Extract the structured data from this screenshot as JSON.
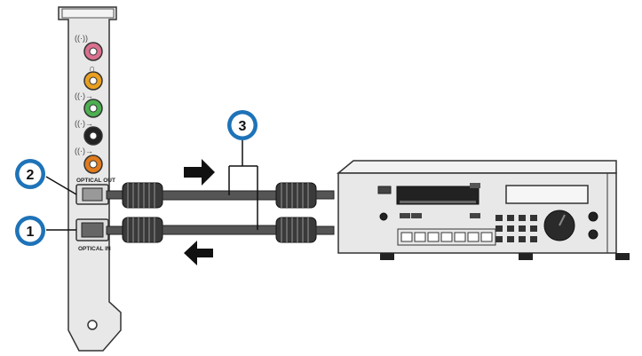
{
  "callouts": [
    {
      "number": "1",
      "target": "optical-in-port"
    },
    {
      "number": "2",
      "target": "optical-out-port"
    },
    {
      "number": "3",
      "target": "optical-cables"
    }
  ],
  "card": {
    "optical_out_label": "OPTICAL OUT",
    "optical_in_label": "OPTICAL IN"
  },
  "colors": {
    "callout_border": "#1e73b8",
    "callout_fill": "#ffffff",
    "jack_pink": "#d9708e",
    "jack_orange": "#e8a020",
    "jack_green": "#4caf50",
    "jack_black": "#222222",
    "jack_orange_2": "#e07b1e",
    "bracket": "#e6e6e6",
    "device_body": "#e8e8e8"
  },
  "icons": {
    "signal_out_arrow": "arrow-right-icon",
    "signal_in_arrow": "arrow-left-icon",
    "headphone": "headphone-icon",
    "speaker": "speaker-icon"
  }
}
